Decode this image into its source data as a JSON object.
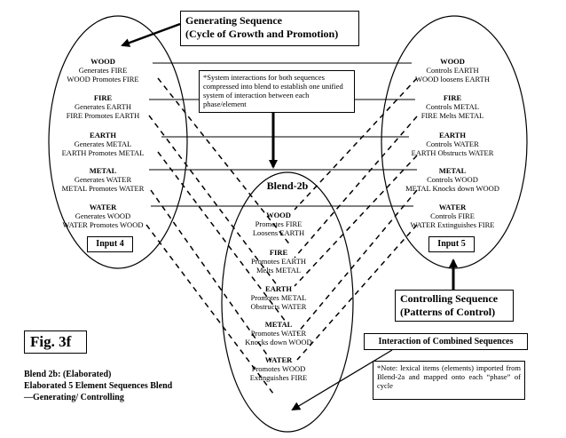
{
  "generating_box": {
    "line1": "Generating Sequence",
    "line2": "(Cycle of Growth and Promotion)"
  },
  "system_note": "*System interactions for both sequences compressed into blend to establish one unified system of interaction between each phase/element",
  "blend_title": "Blend-2b",
  "input4_label": "Input 4",
  "input5_label": "Input 5",
  "controlling_box": {
    "line1": "Controlling Sequence",
    "line2": "(Patterns of Control)"
  },
  "fig_label": "Fig. 3f",
  "caption": {
    "line1": "Blend 2b: (Elaborated)",
    "line2": "Elaborated 5 Element Sequences Blend",
    "line3": "—Generating/ Controlling"
  },
  "interaction_box": "Interaction of Combined Sequences",
  "lexical_note": "*Note: lexical items (elements) imported from Blend-2a and mapped onto each “phase” of cycle",
  "left_elements": [
    {
      "name": "WOOD",
      "line1": "Generates FIRE",
      "line2": "WOOD Promotes FIRE"
    },
    {
      "name": "FIRE",
      "line1": "Generates EARTH",
      "line2": "FIRE Promotes EARTH"
    },
    {
      "name": "EARTH",
      "line1": "Generates METAL",
      "line2": "EARTH Promotes METAL"
    },
    {
      "name": "METAL",
      "line1": "Generates WATER",
      "line2": "METAL Promotes WATER"
    },
    {
      "name": "WATER",
      "line1": "Generates WOOD",
      "line2": "WATER Promotes WOOD"
    }
  ],
  "right_elements": [
    {
      "name": "WOOD",
      "line1": "Controls EARTH",
      "line2": "WOOD loosens EARTH"
    },
    {
      "name": "FIRE",
      "line1": "Controls METAL",
      "line2": "FIRE Melts METAL"
    },
    {
      "name": "EARTH",
      "line1": "Controls WATER",
      "line2": "EARTH Obstructs WATER"
    },
    {
      "name": "METAL",
      "line1": "Controls WOOD",
      "line2": "METAL Knocks down WOOD"
    },
    {
      "name": "WATER",
      "line1": "Controls FIRE",
      "line2": "WATER Extinguishes FIRE"
    }
  ],
  "blend_elements": [
    {
      "name": "WOOD",
      "line1": "Promotes FIRE",
      "line2": "Loosens EARTH"
    },
    {
      "name": "FIRE",
      "line1": "Promotes EARTH",
      "line2": "Melts METAL"
    },
    {
      "name": "EARTH",
      "line1": "Promotes METAL",
      "line2": "Obstructs WATER"
    },
    {
      "name": "METAL",
      "line1": "Promotes WATER",
      "line2": "Knocks down WOOD"
    },
    {
      "name": "WATER",
      "line1": "Promotes WOOD",
      "line2": "Extinguishes FIRE"
    }
  ]
}
